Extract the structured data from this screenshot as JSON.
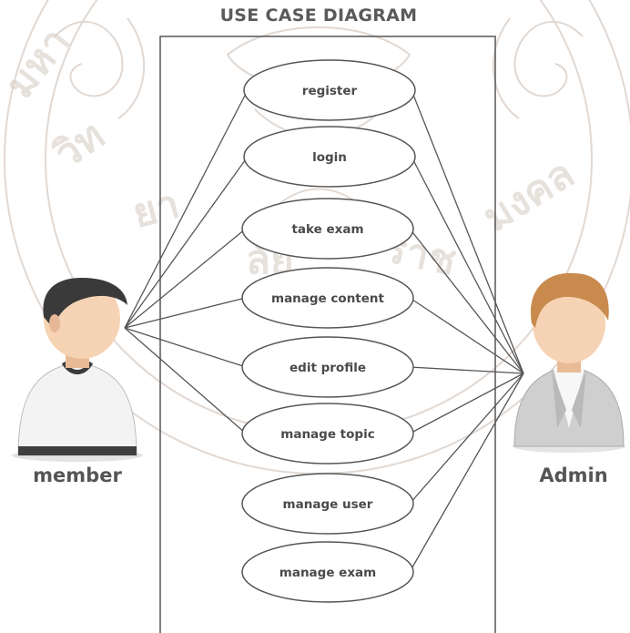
{
  "title": "USE CASE DIAGRAM",
  "actors": {
    "left": {
      "label": "member"
    },
    "right": {
      "label": "Admin"
    }
  },
  "use_cases": [
    {
      "id": "register",
      "label": "register"
    },
    {
      "id": "login",
      "label": "login"
    },
    {
      "id": "take-exam",
      "label": "take exam"
    },
    {
      "id": "manage-content",
      "label": "manage content"
    },
    {
      "id": "edit-profile",
      "label": "edit profile"
    },
    {
      "id": "manage-topic",
      "label": "manage topic"
    },
    {
      "id": "manage-user",
      "label": "manage user"
    },
    {
      "id": "manage-exam",
      "label": "manage exam"
    }
  ],
  "associations": {
    "member": [
      "register",
      "login",
      "take-exam",
      "manage-content",
      "edit-profile",
      "manage-topic"
    ],
    "Admin": [
      "register",
      "login",
      "take-exam",
      "manage-content",
      "edit-profile",
      "manage-topic",
      "manage-user",
      "manage-exam"
    ]
  },
  "colors": {
    "line": "#555555",
    "watermark": "#d9cfc8",
    "member_shirt": "#f3f3f3",
    "member_hair": "#3a3a3a",
    "admin_suit": "#cfcfcf",
    "admin_hair": "#c98a4e",
    "skin": "#f6d3b4"
  },
  "icons": [
    "member-avatar-icon",
    "admin-avatar-icon",
    "university-seal-watermark"
  ]
}
